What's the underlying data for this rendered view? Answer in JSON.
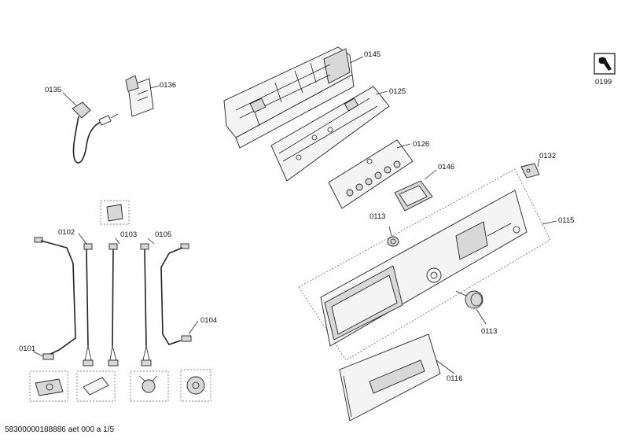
{
  "footer_text": "58300000188886 aet 000 a 1/5",
  "labels": {
    "p0145": "0145",
    "p0125": "0125",
    "p0126": "0126",
    "p0146": "0146",
    "p0132": "0132",
    "p0115": "0115",
    "p0113a": "0113",
    "p0113b": "0113",
    "p0116": "0116",
    "p0135": "0135",
    "p0136": "0136",
    "p0102": "0102",
    "p0103": "0103",
    "p0105": "0105",
    "p0104": "0104",
    "p0101": "0101",
    "p0199": "0199"
  },
  "icons": {
    "service": "wrench-service-icon"
  }
}
